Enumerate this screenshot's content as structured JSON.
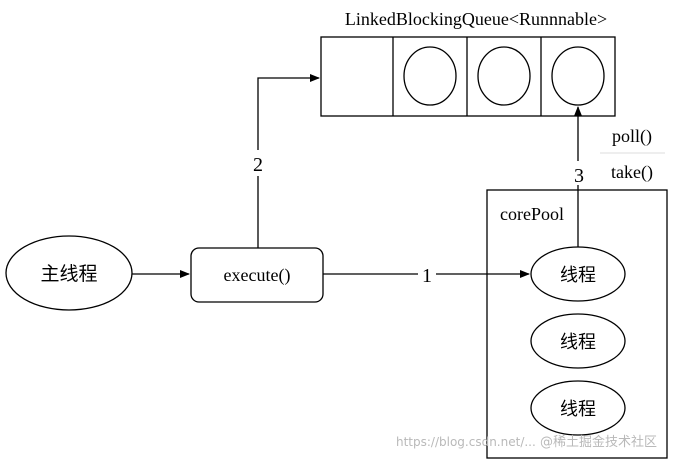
{
  "queue": {
    "title": "LinkedBlockingQueue<Runnnable>"
  },
  "main_thread": {
    "label": "主线程"
  },
  "execute": {
    "label": "execute()"
  },
  "core_pool": {
    "label": "corePool"
  },
  "pool_threads": [
    "线程",
    "线程",
    "线程"
  ],
  "queue_methods": {
    "poll": "poll()",
    "take": "take()"
  },
  "steps": {
    "one": "1",
    "two": "2",
    "three": "3"
  },
  "watermark": {
    "url": "https://blog.csdn.net/...",
    "brand": "@稀土掘金技术社区"
  }
}
